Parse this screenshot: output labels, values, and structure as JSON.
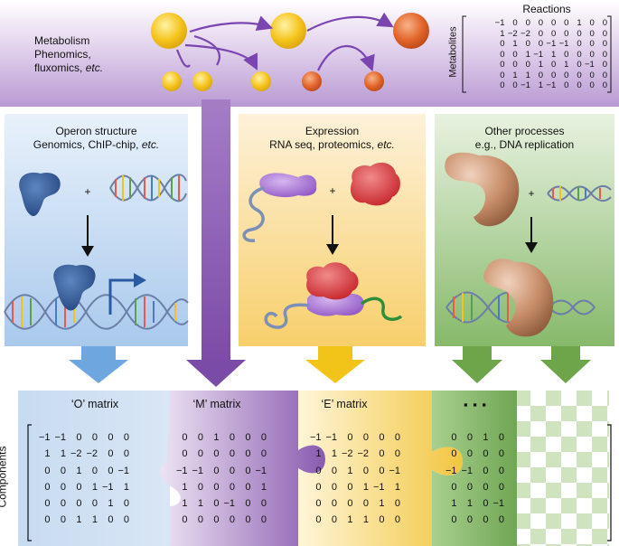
{
  "metabolism": {
    "label_lines": [
      "Metabolism",
      "Phenomics,"
    ],
    "label_line3_normal": "fluxomics, ",
    "label_line3_italic": "etc.",
    "reactions_label": "Reactions",
    "metabolites_label": "Metabolites",
    "stoich_rows": [
      [
        "−1",
        "0",
        "0",
        "0",
        "0",
        "0",
        "1",
        "0",
        "0"
      ],
      [
        "1",
        "−2",
        "−2",
        "0",
        "0",
        "0",
        "0",
        "0",
        "0"
      ],
      [
        "0",
        "1",
        "0",
        "0",
        "−1",
        "−1",
        "0",
        "0",
        "0"
      ],
      [
        "0",
        "0",
        "1",
        "−1",
        "1",
        "0",
        "0",
        "0",
        "0"
      ],
      [
        "0",
        "0",
        "0",
        "1",
        "0",
        "1",
        "0",
        "−1",
        "0"
      ],
      [
        "0",
        "1",
        "1",
        "0",
        "0",
        "0",
        "0",
        "0",
        "0"
      ],
      [
        "0",
        "0",
        "−1",
        "1",
        "−1",
        "0",
        "0",
        "0",
        "0"
      ]
    ]
  },
  "operon": {
    "title": "Operon structure",
    "subtitle_normal": "Genomics, ChIP-chip, ",
    "subtitle_italic": "etc.",
    "plus": "+"
  },
  "expression": {
    "title": "Expression",
    "subtitle_normal": "RNA seq, proteomics, ",
    "subtitle_italic": "etc.",
    "plus": "+"
  },
  "other": {
    "title": "Other processes",
    "subtitle": "e.g., DNA replication",
    "plus": "+"
  },
  "bottom": {
    "components_label": "Components",
    "o_label": "‘O’ matrix",
    "m_label": "‘M’ matrix",
    "e_label": "‘E’ matrix",
    "ellipsis": "▪ ▪ ▪",
    "o_rows": [
      [
        "−1",
        "−1",
        "0",
        "0",
        "0"
      ],
      [
        "1",
        "1",
        "−2",
        "−2",
        "0"
      ],
      [
        "0",
        "0",
        "1",
        "0",
        "0"
      ],
      [
        "0",
        "0",
        "0",
        "1",
        "−1"
      ],
      [
        "0",
        "0",
        "0",
        "0",
        "1"
      ],
      [
        "0",
        "0",
        "1",
        "1",
        "0"
      ]
    ],
    "o_tail": [
      "0",
      "0",
      "−1",
      "1",
      "0",
      "0"
    ],
    "m_rows": [
      [
        "0",
        "0",
        "1",
        "0",
        "0",
        "0"
      ],
      [
        "0",
        "0",
        "0",
        "0",
        "0",
        "0"
      ],
      [
        "−1",
        "−1",
        "0",
        "0",
        "0",
        "−1"
      ],
      [
        "1",
        "0",
        "0",
        "0",
        "0",
        "1"
      ],
      [
        "1",
        "1",
        "0",
        "−1",
        "0",
        "0"
      ],
      [
        "0",
        "0",
        "0",
        "0",
        "0",
        "0"
      ]
    ],
    "e_rows": [
      [
        "−1",
        "−1",
        "0",
        "0",
        "0"
      ],
      [
        "1",
        "1",
        "−2",
        "−2",
        "0"
      ],
      [
        "0",
        "0",
        "1",
        "0",
        "0"
      ],
      [
        "0",
        "0",
        "0",
        "1",
        "−1"
      ],
      [
        "0",
        "0",
        "0",
        "0",
        "1"
      ],
      [
        "0",
        "0",
        "1",
        "1",
        "0"
      ]
    ],
    "e_tail": [
      "0",
      "0",
      "−1",
      "1",
      "0",
      "0"
    ],
    "g_rows": [
      [
        "0",
        "0",
        "1",
        "0"
      ],
      [
        "0",
        "0",
        "0",
        "0"
      ],
      [
        "−1",
        "−1",
        "0",
        "0"
      ],
      [
        "0",
        "0",
        "0",
        "0"
      ],
      [
        "1",
        "1",
        "0",
        "−1"
      ],
      [
        "0",
        "0",
        "0",
        "0"
      ]
    ]
  },
  "colors": {
    "purple": "#8a5bb0",
    "blue": "#b9d3ee",
    "yellow": "#f7d98a",
    "green": "#8fbf75",
    "metabolite_yellow": "#f2c31b",
    "metabolite_orange": "#e0662a"
  }
}
